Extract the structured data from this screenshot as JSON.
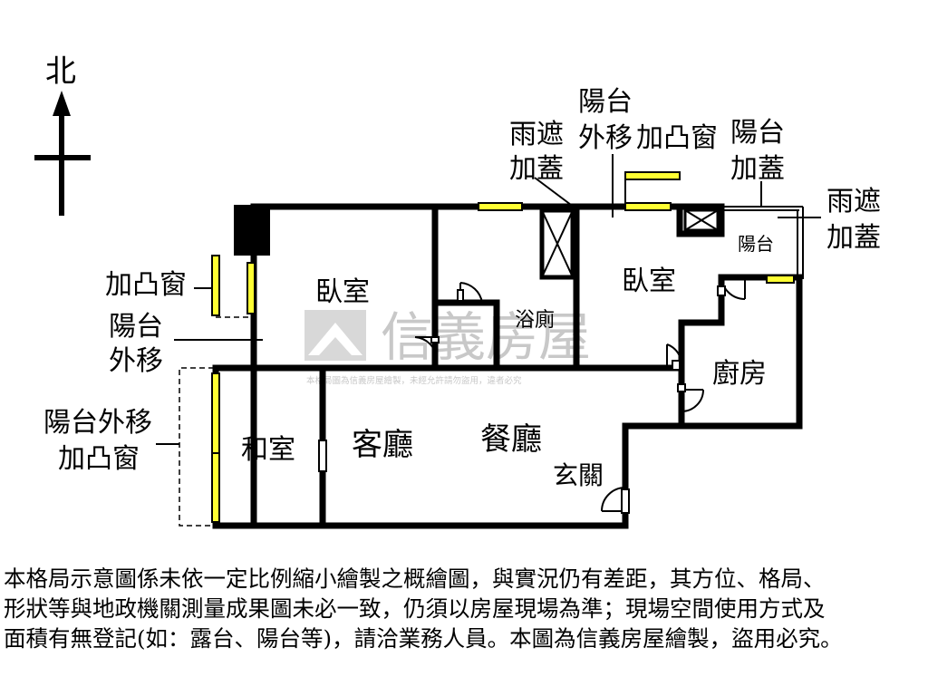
{
  "compass": {
    "north": "北"
  },
  "rooms": {
    "bedroom_1": "臥室",
    "bathroom": "浴廁",
    "bedroom_2": "臥室",
    "balcony": "陽台",
    "kitchen": "廚房",
    "japanese_room": "和室",
    "living_room": "客廳",
    "dining_room": "餐廳",
    "entrance": "玄關"
  },
  "annotations": {
    "rain_shelter_1": [
      "雨遮",
      "加蓋"
    ],
    "balcony_moved_top": [
      "陽台",
      "外移"
    ],
    "bay_window_top": "加凸窗",
    "balcony_enclosed": [
      "陽台",
      "加蓋"
    ],
    "rain_shelter_2": [
      "雨遮",
      "加蓋"
    ],
    "bay_window_left": "加凸窗",
    "balcony_moved_left": [
      "陽台",
      "外移"
    ],
    "balcony_moved_bay": [
      "陽台外移",
      "加凸窗"
    ]
  },
  "watermark": {
    "brand": "信義房屋",
    "notice": "本格局圖為信義房屋繪製，未經允許請勿盜用，違者必究"
  },
  "disclaimer": [
    "本格局示意圖係未依一定比例縮小繪製之概繪圖，與實況仍有差距，其方位、格局、",
    "形狀等與地政機關測量成果圖未必一致，仍須以房屋現場為準；現場空間使用方式及",
    "面積有無登記(如：露台、陽台等)，請洽業務人員。本圖為信義房屋繪製，盜用必究。"
  ],
  "colors": {
    "wall": "#000000",
    "window": "#ffff33",
    "watermark": "#c8c8c8",
    "background": "#ffffff"
  }
}
